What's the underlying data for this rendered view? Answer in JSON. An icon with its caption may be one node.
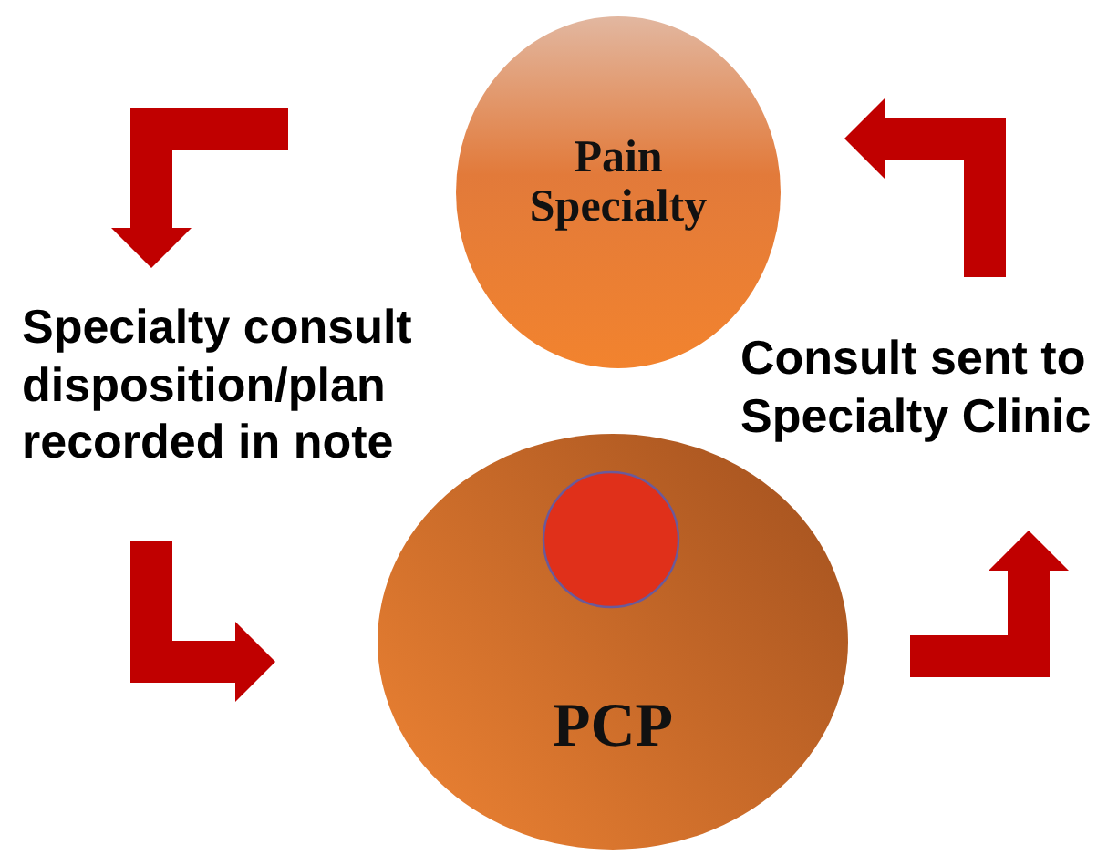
{
  "diagram": {
    "nodes": [
      {
        "text": [
          "Pain Specialty"
        ]
      },
      {
        "text": [
          "PCP"
        ]
      },
      {
        "text": [],
        "shape": "circle",
        "in": 1
      }
    ],
    "labels": [
      "Specialty consult disposition/plan recorded in note",
      "Consult sent to Specialty Clinic"
    ]
  }
}
